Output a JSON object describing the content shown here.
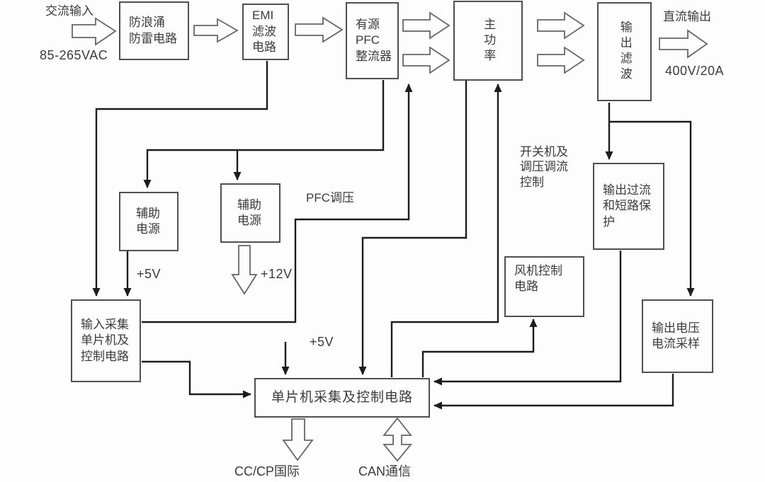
{
  "diagram_title": "",
  "colors": {
    "background": "#fdfdfd",
    "wire": "#1c1c1c",
    "box_border": "#505050",
    "flow_arrow_outline": "#666666",
    "text": "#3b3b3b"
  },
  "blocks": {
    "surge_protection": {
      "label": "防浪涌\n防雷电路"
    },
    "emi_filter": {
      "label": "EMI\n滤波\n电路"
    },
    "active_pfc": {
      "label": "有源\nPFC\n整流器"
    },
    "main_power": {
      "label": "主功率"
    },
    "output_filter": {
      "label": "输出滤波"
    },
    "aux_power_1": {
      "label": "辅助\n电源"
    },
    "aux_power_2": {
      "label": "辅助\n电源"
    },
    "overcurrent_protection": {
      "label": "输出过流\n和短路保\n护"
    },
    "fan_control": {
      "label": "风机控制\n电路"
    },
    "output_sampling": {
      "label": "输出电压\n电流采样"
    },
    "input_mcu": {
      "label": "输入采集\n单片机及\n控制电路"
    },
    "mcu_control": {
      "label": "单片机采集及控制电路"
    }
  },
  "labels": {
    "ac_input": "交流输入",
    "ac_range": "85-265VAC",
    "dc_output": "直流输出",
    "dc_rating": "400V/20A",
    "pfc_regulation": "PFC调压",
    "switch_control": "开关机及\n调压调流\n控制",
    "aux1_output": "+5V",
    "aux2_output": "+12V",
    "mcu_supply": "+5V",
    "cc_cp": "CC/CP国际",
    "can": "CAN通信"
  },
  "connections": [
    {
      "from": "交流输入",
      "to": "防浪涌防雷电路",
      "style": "block-arrow"
    },
    {
      "from": "防浪涌防雷电路",
      "to": "EMI滤波电路",
      "style": "block-arrow"
    },
    {
      "from": "EMI滤波电路",
      "to": "有源PFC整流器",
      "style": "block-arrow"
    },
    {
      "from": "有源PFC整流器",
      "to": "主功率",
      "style": "double-block-arrow"
    },
    {
      "from": "主功率",
      "to": "输出滤波",
      "style": "double-block-arrow"
    },
    {
      "from": "输出滤波",
      "to": "直流输出",
      "style": "block-arrow"
    },
    {
      "from": "EMI滤波电路",
      "to": "输入采集单片机及控制电路",
      "style": "wire"
    },
    {
      "from": "有源PFC整流器",
      "to": "辅助电源(左)",
      "style": "wire"
    },
    {
      "from": "有源PFC整流器",
      "to": "辅助电源(右)",
      "style": "wire"
    },
    {
      "from": "辅助电源(左)",
      "to": "输入采集单片机及控制电路",
      "label": "+5V",
      "style": "wire"
    },
    {
      "from": "辅助电源(右)",
      "to": "+12V输出",
      "label": "+12V",
      "style": "block-arrow"
    },
    {
      "from": "输入采集单片机及控制电路",
      "to": "有源PFC整流器",
      "label": "PFC调压",
      "style": "wire"
    },
    {
      "from": "输入采集单片机及控制电路",
      "to": "单片机采集及控制电路",
      "style": "wire"
    },
    {
      "from": "主功率",
      "to": "单片机采集及控制电路",
      "style": "wire"
    },
    {
      "from": "单片机采集及控制电路",
      "to": "主功率",
      "label": "开关机及调压调流控制",
      "style": "wire"
    },
    {
      "from": "单片机采集及控制电路",
      "to": "风机控制电路",
      "style": "wire"
    },
    {
      "from": "+5V电源",
      "to": "单片机采集及控制电路",
      "label": "+5V",
      "style": "wire"
    },
    {
      "from": "输出滤波",
      "to": "输出过流和短路保护",
      "style": "wire"
    },
    {
      "from": "输出滤波",
      "to": "输出电压电流采样",
      "style": "wire"
    },
    {
      "from": "输出过流和短路保护",
      "to": "单片机采集及控制电路",
      "style": "wire"
    },
    {
      "from": "输出电压电流采样",
      "to": "单片机采集及控制电路",
      "style": "wire"
    },
    {
      "from": "单片机采集及控制电路",
      "to": "CC/CP国际",
      "style": "block-arrow"
    },
    {
      "from": "单片机采集及控制电路",
      "to": "CAN通信",
      "style": "block-arrow",
      "bidirectional": true
    }
  ]
}
